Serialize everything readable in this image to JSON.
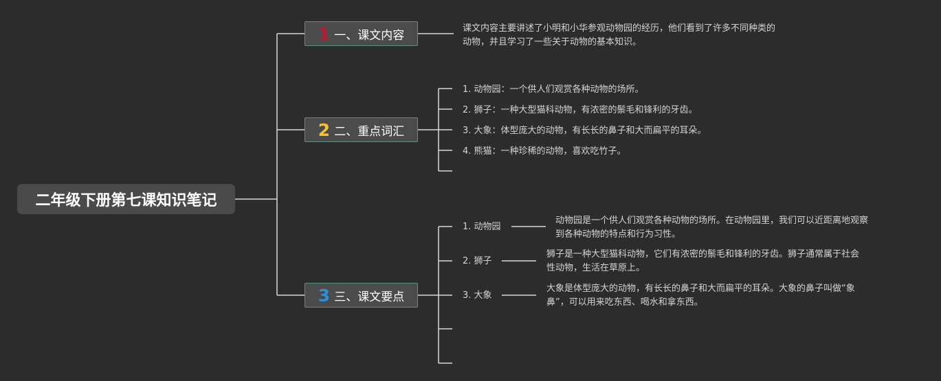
{
  "colors": {
    "background": "#2c2c2c",
    "num1": "#c0182f",
    "num2": "#f1c232",
    "num3": "#2d8fd5",
    "branch_border": "#5f8f86"
  },
  "root": {
    "title": "二年级下册第七课知识笔记"
  },
  "branches": [
    {
      "number": "1",
      "label": "一、课文内容",
      "content": [
        "课文内容主要讲述了小明和小华参观动物园的经历，他们看到了许多不同种类的",
        "动物，并且学习了一些关于动物的基本知识。"
      ]
    },
    {
      "number": "2",
      "label": "二、重点词汇",
      "items": [
        "1. 动物园：一个供人们观赏各种动物的场所。",
        "2. 狮子：一种大型猫科动物，有浓密的鬃毛和锋利的牙齿。",
        "3. 大象：体型庞大的动物，有长长的鼻子和大而扁平的耳朵。",
        "4. 熊猫：一种珍稀的动物，喜欢吃竹子。"
      ]
    },
    {
      "number": "3",
      "label": "三、课文要点",
      "items": [
        {
          "label": "1. 动物园",
          "detail": [
            "动物园是一个供人们观赏各种动物的场所。在动物园里，我们可以近距离地观察",
            "到各种动物的特点和行为习性。"
          ]
        },
        {
          "label": "2. 狮子",
          "detail": [
            "狮子是一种大型猫科动物，它们有浓密的鬃毛和锋利的牙齿。狮子通常属于社会",
            "性动物，生活在草原上。"
          ]
        },
        {
          "label": "3. 大象",
          "detail": [
            "大象是体型庞大的动物，有长长的鼻子和大而扁平的耳朵。大象的鼻子叫做“象",
            "鼻”，可以用来吃东西、喝水和拿东西。"
          ]
        }
      ]
    }
  ]
}
